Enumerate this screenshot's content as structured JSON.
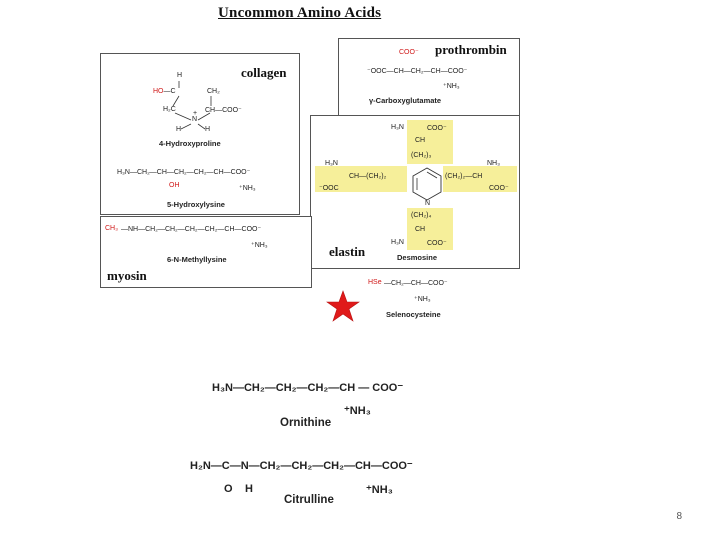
{
  "title": "Uncommon Amino Acids",
  "collagen_panel": {
    "label": "collagen",
    "hydroxyproline": {
      "caption": "4-Hydroxyproline",
      "H_top": "H",
      "HO_C": "HO—C",
      "CH2_right": "CH₂",
      "H2C": "H₂C",
      "CH_COO": "CH—COO⁻",
      "N": "N",
      "plus": "+",
      "H_left": "H",
      "H_right": "H"
    },
    "hydroxylysine": {
      "caption": "5-Hydroxylysine",
      "main": "H₃N—CH₂—CH—CH₂—CH₂—CH—COO⁻",
      "OH": "OH",
      "NH3": "⁺NH₃"
    }
  },
  "prothrombin_panel": {
    "label": "prothrombin",
    "caption": "γ-Carboxyglutamate",
    "COO_top": "COO⁻",
    "main": "⁻OOC—CH—CH₂—CH—COO⁻",
    "NH3": "⁺NH₃"
  },
  "myosin_panel": {
    "label": "myosin",
    "caption": "6-N-Methyllysine",
    "CH3": "CH₃",
    "main": "—NH—CH₂—CH₂—CH₂—CH₂—CH—COO⁻",
    "NH3": "⁺NH₃"
  },
  "elastin_panel": {
    "label": "elastin",
    "caption": "Desmosine",
    "top_H3N": "H₃N",
    "top_COO": "COO⁻",
    "top_CH": "CH",
    "top_chain": "(CH₂)₃",
    "left_H3N": "H₃N",
    "left_main": "CH—(CH₂)₂",
    "left_COO": "⁻OOC",
    "right_NH3": "NH₃",
    "right_main": "(CH₂)₂—CH",
    "right_COO": "COO⁻",
    "ring_N": "N",
    "bottom_chain": "(CH₂)₄",
    "bottom_CH": "CH",
    "bottom_H3N": "H₃N",
    "bottom_COO": "COO⁻"
  },
  "selenocysteine": {
    "HSe": "HSe",
    "main": "—CH₂—CH—COO⁻",
    "NH3": "⁺NH₃",
    "caption": "Selenocysteine"
  },
  "ornithine": {
    "main": "H₃N—CH₂—CH₂—CH₂—CH — COO⁻",
    "NH3": "⁺NH₃",
    "caption": "Ornithine"
  },
  "citrulline": {
    "main": "H₂N—C—N—CH₂—CH₂—CH₂—CH—COO⁻",
    "O": "O",
    "H": "H",
    "NH3": "⁺NH₃",
    "caption": "Citrulline"
  },
  "page_number": "8",
  "colors": {
    "highlight": "#f6ef9a",
    "red_group": "#d01818",
    "star": "#e01a1a"
  }
}
